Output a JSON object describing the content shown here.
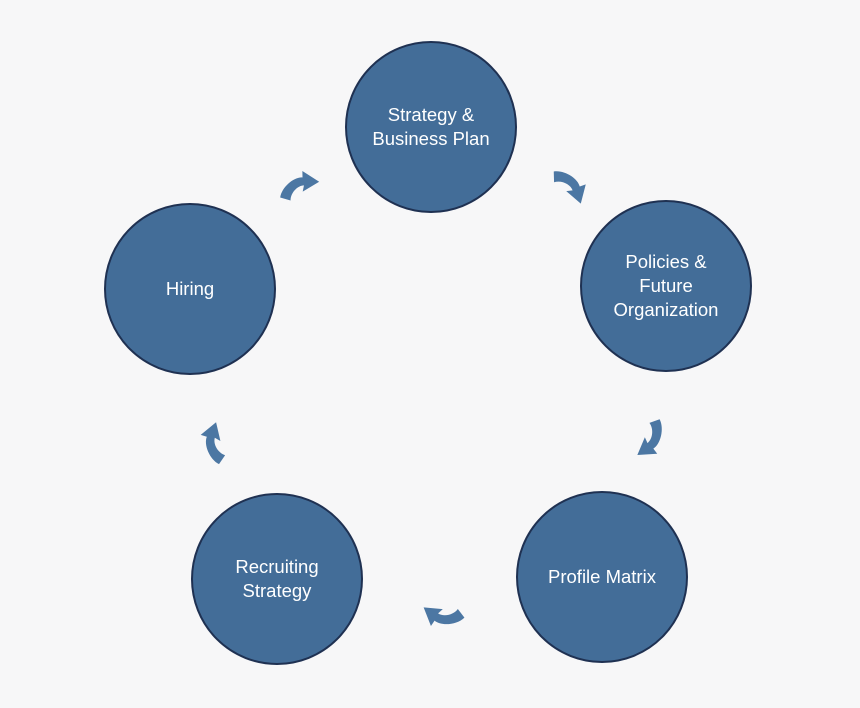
{
  "diagram": {
    "nodes": [
      {
        "id": "strategy",
        "label": "Strategy &\nBusiness Plan"
      },
      {
        "id": "policies",
        "label": "Policies &\nFuture\nOrganization"
      },
      {
        "id": "profile",
        "label": "Profile Matrix"
      },
      {
        "id": "recruit",
        "label": "Recruiting\nStrategy"
      },
      {
        "id": "hiring",
        "label": "Hiring"
      }
    ],
    "flow": "clockwise",
    "colors": {
      "node_fill": "#436d98",
      "node_border": "#1f3152",
      "arrow": "#4c77a3",
      "background": "#f7f7f8",
      "text": "#ffffff"
    }
  }
}
